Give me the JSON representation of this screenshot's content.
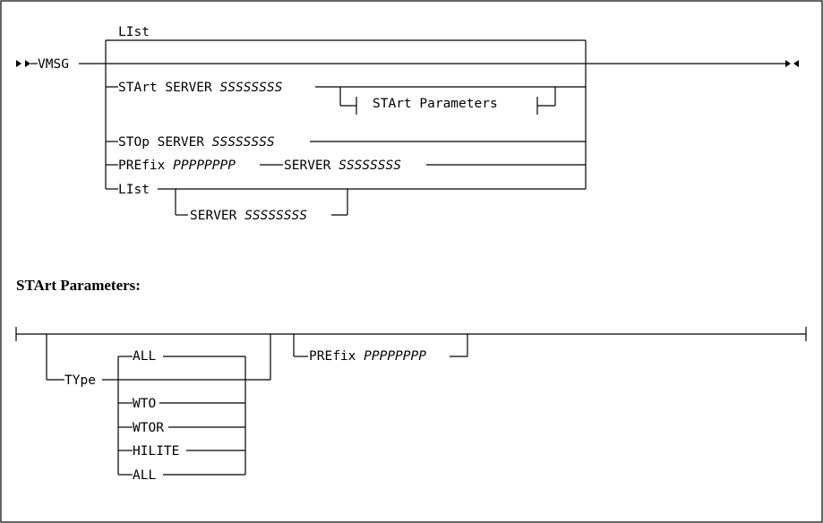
{
  "main": {
    "command": "VMSG",
    "opt_list_top": "LIst",
    "opt_start": "STArt SERVER",
    "opt_start_var": "SSSSSSSS",
    "fragment_ref": "STArt Parameters",
    "opt_stop": "STOp SERVER",
    "opt_stop_var": "SSSSSSSS",
    "opt_prefix": "PREfix",
    "opt_prefix_var": "PPPPPPPP",
    "opt_prefix_server": "SERVER",
    "opt_prefix_server_var": "SSSSSSSS",
    "opt_list": "LIst",
    "opt_list_server": "SERVER",
    "opt_list_server_var": "SSSSSSSS"
  },
  "fragment": {
    "heading": "STArt Parameters:",
    "type_keyword": "TYpe",
    "type_values": [
      "ALL",
      "WTO",
      "WTOR",
      "HILITE",
      "ALL"
    ],
    "prefix_keyword": "PREfix",
    "prefix_var": "PPPPPPPP"
  }
}
